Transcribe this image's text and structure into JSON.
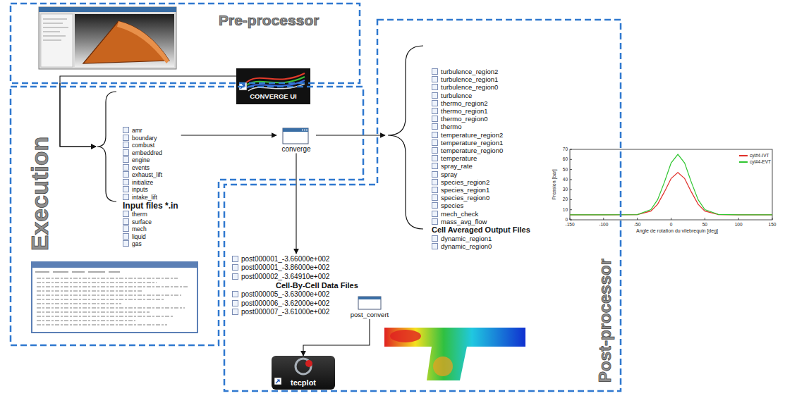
{
  "diagram": {
    "nodes": [
      {
        "text": [
          "Pre-processor"
        ]
      },
      {
        "text": [
          "CONVERGE UI"
        ]
      },
      {
        "text": [
          "Execution"
        ]
      },
      {
        "text": [
          "amr",
          "boundary",
          "combust",
          "embeddred",
          "engine",
          "events",
          "exhaust_lift",
          "initialize",
          "inputs",
          "intake_lift",
          "Input files *.in",
          "therm",
          "surface",
          "mech",
          "liquid",
          "gas"
        ],
        "in": 2
      },
      {
        "text": [
          "converge"
        ],
        "in": 2
      },
      {
        "text": [
          "Post-processor"
        ]
      },
      {
        "text": [
          "turbulence_region2",
          "turbulence_region1",
          "turbulence_region0",
          "turbulence",
          "thermo_region2",
          "thermo_region1",
          "thermo_region0",
          "thermo",
          "temperature_region2",
          "temperature_region1",
          "temperature_region0",
          "temperature",
          "spray_rate",
          "spray",
          "species_region2",
          "species_region1",
          "species_region0",
          "species",
          "mech_check",
          "mass_avg_flow",
          "Cell Averaged Output Files",
          "dynamic_region1",
          "dynamic_region0"
        ],
        "in": 5
      },
      {
        "text": [
          "post000001_-3.66000e+002",
          "post000001_-3.86000e+002",
          "post000002_-3.64910e+002",
          "Cell-By-Cell Data Files",
          "post000005_-3.63000e+002",
          "post000006_-3.62000e+002",
          "post000007_-3.61000e+002"
        ],
        "in": 5
      },
      {
        "text": [
          "post_convert"
        ],
        "in": 5
      },
      {
        "text": [
          "tecplot"
        ],
        "in": 5
      }
    ],
    "edges": [
      {
        "from": 0,
        "to": 3,
        "arrow": "to"
      },
      {
        "from": 1,
        "to": 3,
        "arrow": "to"
      },
      {
        "from": 3,
        "to": 4,
        "arrow": "to"
      },
      {
        "from": 4,
        "to": 6,
        "arrow": "to"
      },
      {
        "from": 4,
        "to": 7,
        "arrow": "to"
      },
      {
        "from": 8,
        "to": 9,
        "arrow": "to"
      }
    ],
    "labels": [
      "Pression [bar]",
      "Angle de rotation du vilebrequin [deg]",
      "0",
      "10",
      "20",
      "30",
      "40",
      "50",
      "60",
      "70",
      "-150",
      "-100",
      "-50",
      "0",
      "50",
      "100",
      "150"
    ],
    "legend": [
      {
        "text": "cyl#4-IVT",
        "color": "#e0302a"
      },
      {
        "text": "cyl#4-EVT",
        "color": "#2fc52f"
      }
    ]
  }
}
